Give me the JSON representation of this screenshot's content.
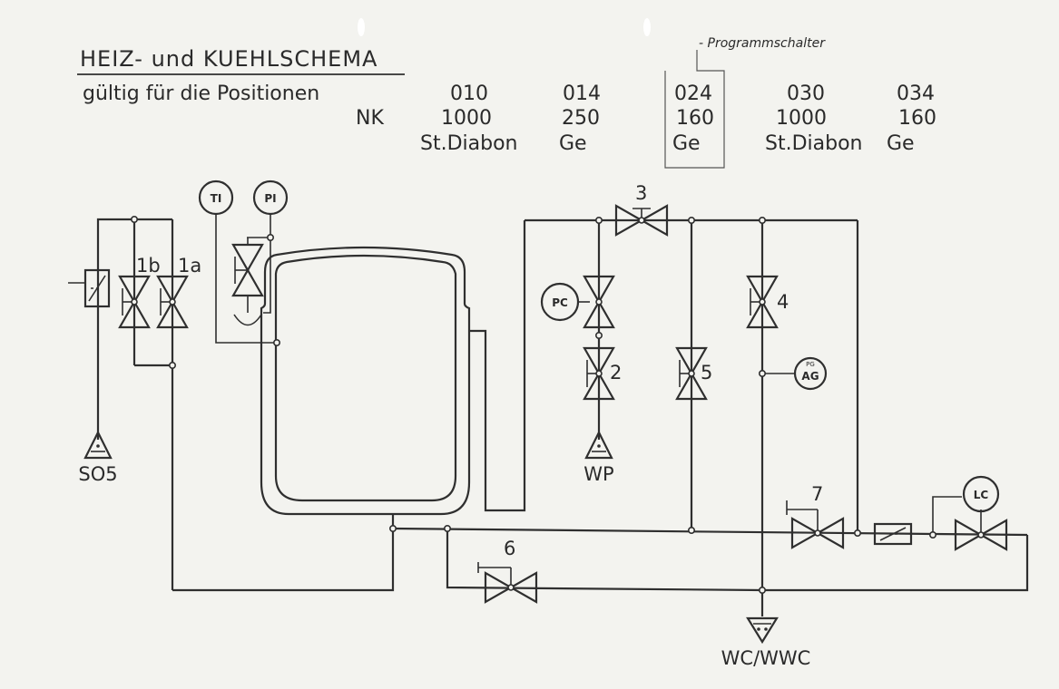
{
  "header": {
    "title": "HEIZ- und KUEHLSCHEMA",
    "validity_label": "gültig für die Positionen",
    "nk_label": "NK",
    "handwritten_note": "- Programmschalter",
    "positions": [
      {
        "pos": "010",
        "nk": "1000",
        "material": "St.Diabon"
      },
      {
        "pos": "014",
        "nk": "250",
        "material": "Ge"
      },
      {
        "pos": "024",
        "nk": "160",
        "material": "Ge"
      },
      {
        "pos": "030",
        "nk": "1000",
        "material": "St.Diabon"
      },
      {
        "pos": "034",
        "nk": "160",
        "material": "Ge"
      }
    ]
  },
  "instruments": {
    "ti": "TI",
    "pi": "PI",
    "pc": "PC",
    "ag": "AG",
    "ag_small": "PG",
    "lc": "LC"
  },
  "valves": {
    "v1a": "1a",
    "v1b": "1b",
    "v2": "2",
    "v3": "3",
    "v4": "4",
    "v5": "5",
    "v6": "6",
    "v7": "7"
  },
  "terminals": {
    "so5": "SO5",
    "wp": "WP",
    "wc": "WC/WWC"
  }
}
